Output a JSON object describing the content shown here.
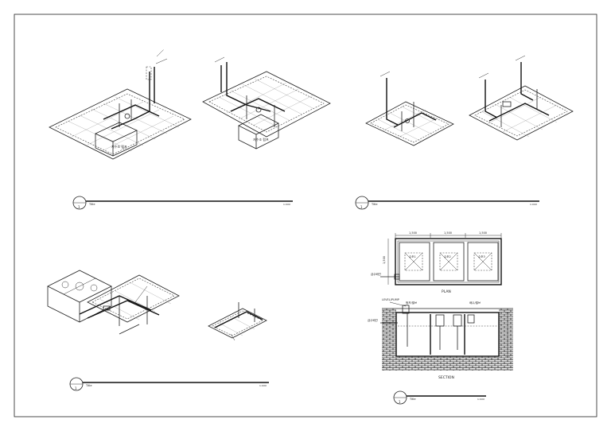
{
  "drawing": {
    "title_blocks": [
      {
        "id": "tl",
        "num": "1",
        "label": "Title",
        "scale": "1:XXX"
      },
      {
        "id": "tr",
        "num": "1",
        "label": "Title",
        "scale": "1:XXX"
      },
      {
        "id": "bl",
        "num": "1",
        "label": "Title",
        "scale": "1:XXX"
      },
      {
        "id": "br",
        "num": "1",
        "label": "Title",
        "scale": "1:XXX"
      }
    ],
    "tank_plan": {
      "dims": [
        "1,500",
        "1,500",
        "1,500"
      ],
      "height_dim": "1,500",
      "compartment_labels": [
        "수조1",
        "수조2",
        "수조3"
      ],
      "pipe_label": "급수배관",
      "caption": "PLAN"
    },
    "tank_section": {
      "top_labels": [
        "LEVEL/PUMP",
        "펌프/밸브",
        "배수/밸브"
      ],
      "left_label": "급수배관",
      "caption": "SECTION"
    },
    "iso_labels": [
      "저수조 펌프",
      "저수조 펌프"
    ]
  }
}
